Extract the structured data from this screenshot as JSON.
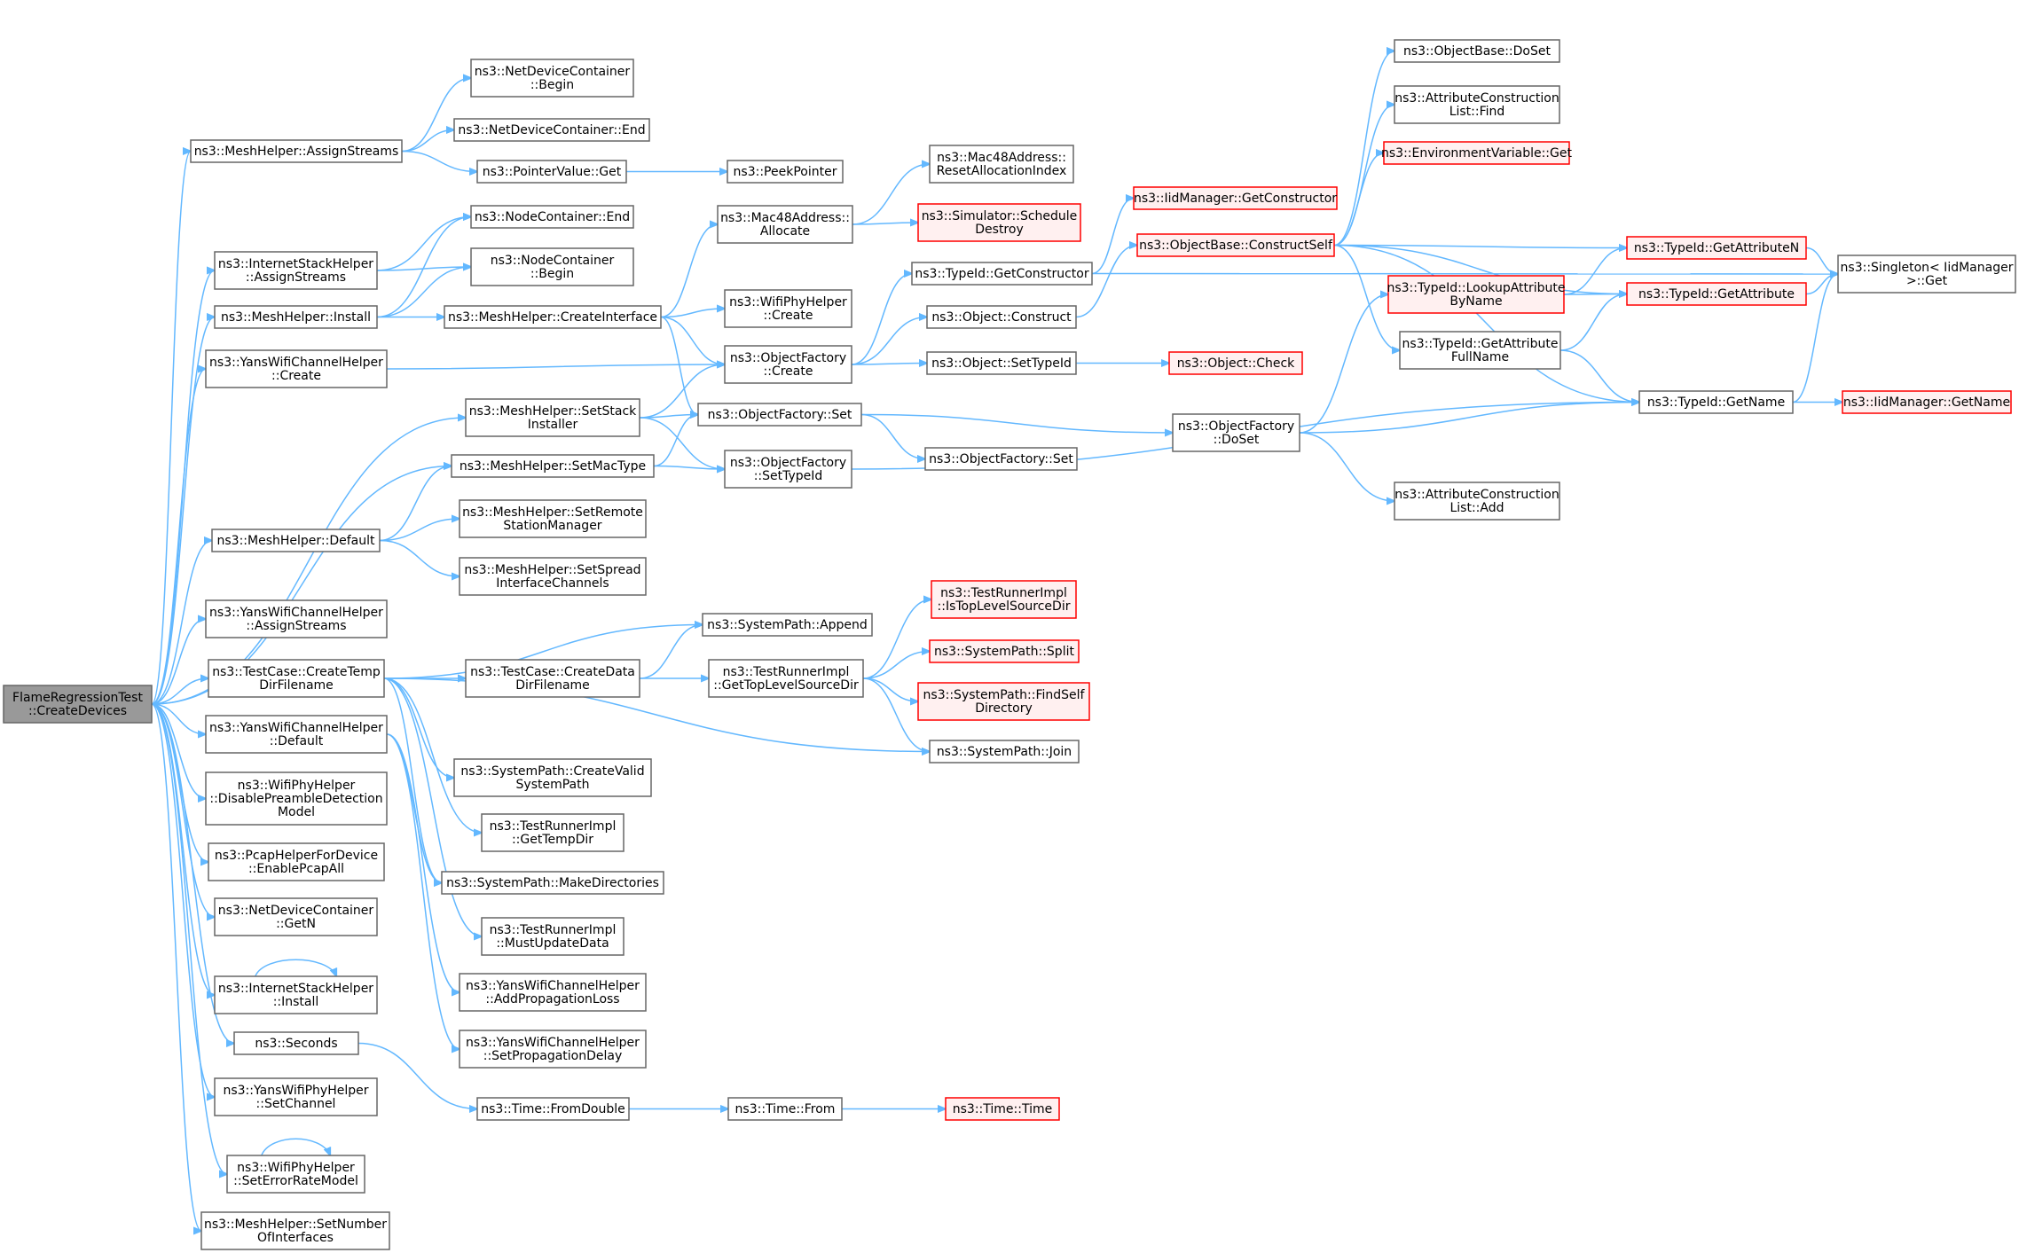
{
  "graph": {
    "colors": {
      "edge": "#63b8ff",
      "node_border": "#666666",
      "root_fill": "#999999",
      "truncated_border": "#ff0000",
      "truncated_fill": "#fff0f0"
    },
    "nodes": [
      {
        "id": "root",
        "lines": [
          "FlameRegressionTest",
          "::CreateDevices"
        ],
        "style": "root"
      },
      {
        "id": "mh_assign",
        "lines": [
          "ns3::MeshHelper::AssignStreams"
        ]
      },
      {
        "id": "ndc_begin",
        "lines": [
          "ns3::NetDeviceContainer",
          "::Begin"
        ]
      },
      {
        "id": "ndc_end",
        "lines": [
          "ns3::NetDeviceContainer::End"
        ]
      },
      {
        "id": "ptr_get",
        "lines": [
          "ns3::PointerValue::Get"
        ]
      },
      {
        "id": "peek",
        "lines": [
          "ns3::PeekPointer"
        ]
      },
      {
        "id": "nc_end",
        "lines": [
          "ns3::NodeContainer::End"
        ]
      },
      {
        "id": "ish_assign",
        "lines": [
          "ns3::InternetStackHelper",
          "::AssignStreams"
        ]
      },
      {
        "id": "nc_begin",
        "lines": [
          "ns3::NodeContainer",
          "::Begin"
        ]
      },
      {
        "id": "mh_install",
        "lines": [
          "ns3::MeshHelper::Install"
        ]
      },
      {
        "id": "mh_createif",
        "lines": [
          "ns3::MeshHelper::CreateInterface"
        ]
      },
      {
        "id": "mac_alloc",
        "lines": [
          "ns3::Mac48Address::",
          "Allocate"
        ]
      },
      {
        "id": "mac_reset",
        "lines": [
          "ns3::Mac48Address::",
          "ResetAllocationIndex"
        ]
      },
      {
        "id": "sim_sched",
        "lines": [
          "ns3::Simulator::Schedule",
          "Destroy"
        ],
        "style": "trunc"
      },
      {
        "id": "wph_create",
        "lines": [
          "ns3::WifiPhyHelper",
          "::Create"
        ]
      },
      {
        "id": "ywch_create",
        "lines": [
          "ns3::YansWifiChannelHelper",
          "::Create"
        ]
      },
      {
        "id": "of_create",
        "lines": [
          "ns3::ObjectFactory",
          "::Create"
        ]
      },
      {
        "id": "tid_getctor",
        "lines": [
          "ns3::TypeId::GetConstructor"
        ]
      },
      {
        "id": "iid_getctor",
        "lines": [
          "ns3::IidManager::GetConstructor"
        ],
        "style": "trunc"
      },
      {
        "id": "ob_construct",
        "lines": [
          "ns3::ObjectBase::ConstructSelf"
        ],
        "style": "trunc"
      },
      {
        "id": "obj_construct",
        "lines": [
          "ns3::Object::Construct"
        ]
      },
      {
        "id": "obj_settid",
        "lines": [
          "ns3::Object::SetTypeId"
        ]
      },
      {
        "id": "obj_check",
        "lines": [
          "ns3::Object::Check"
        ],
        "style": "trunc"
      },
      {
        "id": "mh_setstack",
        "lines": [
          "ns3::MeshHelper::SetStack",
          "Installer"
        ]
      },
      {
        "id": "of_set",
        "lines": [
          "ns3::ObjectFactory::Set"
        ]
      },
      {
        "id": "of_doset",
        "lines": [
          "ns3::ObjectFactory",
          "::DoSet"
        ]
      },
      {
        "id": "of_set2",
        "lines": [
          "ns3::ObjectFactory::Set"
        ]
      },
      {
        "id": "mh_setmac",
        "lines": [
          "ns3::MeshHelper::SetMacType"
        ]
      },
      {
        "id": "of_settid",
        "lines": [
          "ns3::ObjectFactory",
          "::SetTypeId"
        ]
      },
      {
        "id": "mh_default",
        "lines": [
          "ns3::MeshHelper::Default"
        ]
      },
      {
        "id": "mh_setremote",
        "lines": [
          "ns3::MeshHelper::SetRemote",
          "StationManager"
        ]
      },
      {
        "id": "mh_setspread",
        "lines": [
          "ns3::MeshHelper::SetSpread",
          "InterfaceChannels"
        ]
      },
      {
        "id": "ob_doset",
        "lines": [
          "ns3::ObjectBase::DoSet"
        ]
      },
      {
        "id": "acl_find",
        "lines": [
          "ns3::AttributeConstruction",
          "List::Find"
        ]
      },
      {
        "id": "env_get",
        "lines": [
          "ns3::EnvironmentVariable::Get"
        ],
        "style": "trunc"
      },
      {
        "id": "tid_getattrn",
        "lines": [
          "ns3::TypeId::GetAttributeN"
        ],
        "style": "trunc"
      },
      {
        "id": "tid_lookup",
        "lines": [
          "ns3::TypeId::LookupAttribute",
          "ByName"
        ],
        "style": "trunc"
      },
      {
        "id": "tid_getattr",
        "lines": [
          "ns3::TypeId::GetAttribute"
        ],
        "style": "trunc"
      },
      {
        "id": "singleton",
        "lines": [
          "ns3::Singleton< IidManager",
          ">::Get"
        ]
      },
      {
        "id": "tid_fullname",
        "lines": [
          "ns3::TypeId::GetAttribute",
          "FullName"
        ]
      },
      {
        "id": "tid_getname",
        "lines": [
          "ns3::TypeId::GetName"
        ]
      },
      {
        "id": "iid_getname",
        "lines": [
          "ns3::IidManager::GetName"
        ],
        "style": "trunc"
      },
      {
        "id": "acl_add",
        "lines": [
          "ns3::AttributeConstruction",
          "List::Add"
        ]
      },
      {
        "id": "ywch_assign",
        "lines": [
          "ns3::YansWifiChannelHelper",
          "::AssignStreams"
        ]
      },
      {
        "id": "tc_tempdir",
        "lines": [
          "ns3::TestCase::CreateTemp",
          "DirFilename"
        ]
      },
      {
        "id": "sp_append",
        "lines": [
          "ns3::SystemPath::Append"
        ]
      },
      {
        "id": "tc_datadir",
        "lines": [
          "ns3::TestCase::CreateData",
          "DirFilename"
        ]
      },
      {
        "id": "tri_gettop",
        "lines": [
          "ns3::TestRunnerImpl",
          "::GetTopLevelSourceDir"
        ]
      },
      {
        "id": "tri_istop",
        "lines": [
          "ns3::TestRunnerImpl",
          "::IsTopLevelSourceDir"
        ],
        "style": "trunc"
      },
      {
        "id": "sp_split",
        "lines": [
          "ns3::SystemPath::Split"
        ],
        "style": "trunc"
      },
      {
        "id": "sp_findself",
        "lines": [
          "ns3::SystemPath::FindSelf",
          "Directory"
        ],
        "style": "trunc"
      },
      {
        "id": "sp_join",
        "lines": [
          "ns3::SystemPath::Join"
        ]
      },
      {
        "id": "ywch_default",
        "lines": [
          "ns3::YansWifiChannelHelper",
          "::Default"
        ]
      },
      {
        "id": "sp_createvalid",
        "lines": [
          "ns3::SystemPath::CreateValid",
          "SystemPath"
        ]
      },
      {
        "id": "wph_disable",
        "lines": [
          "ns3::WifiPhyHelper",
          "::DisablePreambleDetection",
          "Model"
        ]
      },
      {
        "id": "tri_gettemp",
        "lines": [
          "ns3::TestRunnerImpl",
          "::GetTempDir"
        ]
      },
      {
        "id": "pcap_enable",
        "lines": [
          "ns3::PcapHelperForDevice",
          "::EnablePcapAll"
        ]
      },
      {
        "id": "sp_mkdirs",
        "lines": [
          "ns3::SystemPath::MakeDirectories"
        ]
      },
      {
        "id": "ndc_getn",
        "lines": [
          "ns3::NetDeviceContainer",
          "::GetN"
        ]
      },
      {
        "id": "tri_mustupdate",
        "lines": [
          "ns3::TestRunnerImpl",
          "::MustUpdateData"
        ]
      },
      {
        "id": "ish_install",
        "lines": [
          "ns3::InternetStackHelper",
          "::Install"
        ]
      },
      {
        "id": "ywch_addprop",
        "lines": [
          "ns3::YansWifiChannelHelper",
          "::AddPropagationLoss"
        ]
      },
      {
        "id": "seconds",
        "lines": [
          "ns3::Seconds"
        ]
      },
      {
        "id": "ywch_setprop",
        "lines": [
          "ns3::YansWifiChannelHelper",
          "::SetPropagationDelay"
        ]
      },
      {
        "id": "time_fromdouble",
        "lines": [
          "ns3::Time::FromDouble"
        ]
      },
      {
        "id": "time_from",
        "lines": [
          "ns3::Time::From"
        ]
      },
      {
        "id": "time_time",
        "lines": [
          "ns3::Time::Time"
        ],
        "style": "trunc"
      },
      {
        "id": "ywph_setchan",
        "lines": [
          "ns3::YansWifiPhyHelper",
          "::SetChannel"
        ]
      },
      {
        "id": "wph_seterr",
        "lines": [
          "ns3::WifiPhyHelper",
          "::SetErrorRateModel"
        ]
      },
      {
        "id": "mh_setnum",
        "lines": [
          "ns3::MeshHelper::SetNumber",
          "OfInterfaces"
        ]
      }
    ],
    "edges": [
      [
        "root",
        "mh_assign"
      ],
      [
        "root",
        "ish_assign"
      ],
      [
        "root",
        "mh_install"
      ],
      [
        "root",
        "ywch_create"
      ],
      [
        "root",
        "mh_setstack"
      ],
      [
        "root",
        "mh_setmac"
      ],
      [
        "root",
        "mh_default"
      ],
      [
        "root",
        "ywch_assign"
      ],
      [
        "root",
        "tc_tempdir"
      ],
      [
        "root",
        "ywch_default"
      ],
      [
        "root",
        "wph_disable"
      ],
      [
        "root",
        "pcap_enable"
      ],
      [
        "root",
        "ndc_getn"
      ],
      [
        "root",
        "ish_install"
      ],
      [
        "root",
        "seconds"
      ],
      [
        "root",
        "ywph_setchan"
      ],
      [
        "root",
        "wph_seterr"
      ],
      [
        "root",
        "mh_setnum"
      ],
      [
        "mh_assign",
        "ndc_begin"
      ],
      [
        "mh_assign",
        "ndc_end"
      ],
      [
        "mh_assign",
        "ptr_get"
      ],
      [
        "ptr_get",
        "peek"
      ],
      [
        "ish_assign",
        "nc_end"
      ],
      [
        "ish_assign",
        "nc_begin"
      ],
      [
        "mh_install",
        "nc_end"
      ],
      [
        "mh_install",
        "nc_begin"
      ],
      [
        "mh_install",
        "mh_createif"
      ],
      [
        "mh_createif",
        "mac_alloc"
      ],
      [
        "mh_createif",
        "wph_create"
      ],
      [
        "mh_createif",
        "of_create"
      ],
      [
        "mh_createif",
        "of_set"
      ],
      [
        "mac_alloc",
        "mac_reset"
      ],
      [
        "mac_alloc",
        "sim_sched"
      ],
      [
        "ywch_create",
        "of_create"
      ],
      [
        "of_create",
        "tid_getctor"
      ],
      [
        "of_create",
        "obj_construct"
      ],
      [
        "of_create",
        "obj_settid"
      ],
      [
        "tid_getctor",
        "iid_getctor"
      ],
      [
        "tid_getctor",
        "singleton"
      ],
      [
        "obj_construct",
        "ob_construct"
      ],
      [
        "obj_settid",
        "obj_check"
      ],
      [
        "ob_construct",
        "ob_doset"
      ],
      [
        "ob_construct",
        "acl_find"
      ],
      [
        "ob_construct",
        "env_get"
      ],
      [
        "ob_construct",
        "tid_getattrn"
      ],
      [
        "ob_construct",
        "tid_getattr"
      ],
      [
        "ob_construct",
        "tid_fullname"
      ],
      [
        "ob_construct",
        "tid_getname"
      ],
      [
        "mh_setstack",
        "of_create"
      ],
      [
        "mh_setstack",
        "of_set"
      ],
      [
        "mh_setstack",
        "of_settid"
      ],
      [
        "mh_setmac",
        "of_set"
      ],
      [
        "mh_setmac",
        "of_settid"
      ],
      [
        "mh_default",
        "mh_setmac"
      ],
      [
        "mh_default",
        "mh_setremote"
      ],
      [
        "mh_default",
        "mh_setspread"
      ],
      [
        "of_set",
        "of_doset"
      ],
      [
        "of_set",
        "of_set2"
      ],
      [
        "of_doset",
        "tid_lookup"
      ],
      [
        "of_doset",
        "tid_getname"
      ],
      [
        "of_doset",
        "acl_add"
      ],
      [
        "of_settid",
        "tid_getname"
      ],
      [
        "tid_lookup",
        "tid_getattrn"
      ],
      [
        "tid_lookup",
        "tid_getattr"
      ],
      [
        "tid_fullname",
        "tid_getattr"
      ],
      [
        "tid_fullname",
        "tid_getname"
      ],
      [
        "tid_getattrn",
        "singleton"
      ],
      [
        "tid_getattr",
        "singleton"
      ],
      [
        "tid_getname",
        "singleton"
      ],
      [
        "tid_getname",
        "iid_getname"
      ],
      [
        "tc_tempdir",
        "sp_append"
      ],
      [
        "tc_tempdir",
        "tc_datadir"
      ],
      [
        "tc_tempdir",
        "sp_join"
      ],
      [
        "tc_tempdir",
        "sp_createvalid"
      ],
      [
        "tc_tempdir",
        "tri_gettemp"
      ],
      [
        "tc_tempdir",
        "sp_mkdirs"
      ],
      [
        "tc_tempdir",
        "tri_mustupdate"
      ],
      [
        "tc_datadir",
        "sp_append"
      ],
      [
        "tc_datadir",
        "tri_gettop"
      ],
      [
        "tri_gettop",
        "tri_istop"
      ],
      [
        "tri_gettop",
        "sp_split"
      ],
      [
        "tri_gettop",
        "sp_findself"
      ],
      [
        "tri_gettop",
        "sp_join"
      ],
      [
        "ywch_default",
        "sp_mkdirs"
      ],
      [
        "ywch_default",
        "ywch_addprop"
      ],
      [
        "ywch_default",
        "ywch_setprop"
      ],
      [
        "ish_install",
        "ish_install"
      ],
      [
        "wph_seterr",
        "wph_seterr"
      ],
      [
        "seconds",
        "time_fromdouble"
      ],
      [
        "time_fromdouble",
        "time_from"
      ],
      [
        "time_from",
        "time_time"
      ]
    ]
  }
}
